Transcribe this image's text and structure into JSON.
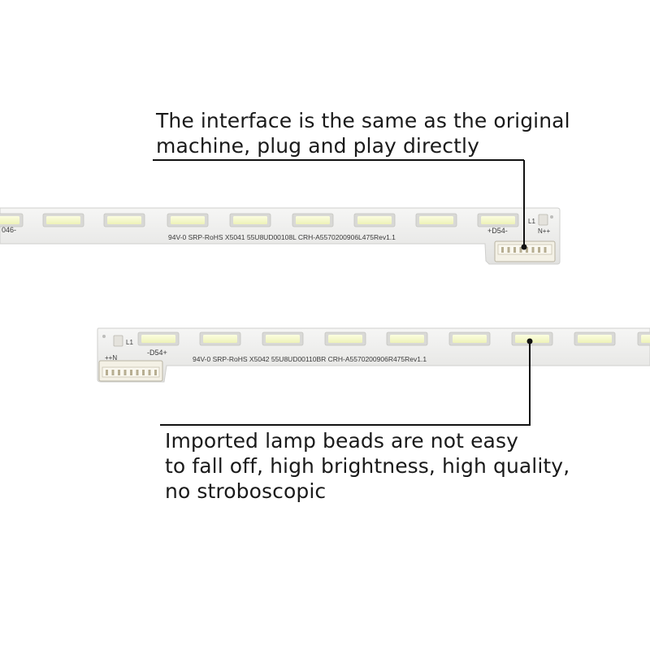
{
  "captions": {
    "top": {
      "line1": "The interface is the same as the original",
      "line2": "machine, plug and play directly"
    },
    "bottom": {
      "line1": "Imported lamp beads are not easy",
      "line2": "to fall off, high brightness, high quality,",
      "line3": "no stroboscopic"
    }
  },
  "strip_top": {
    "silkscreen": "94V-0 SRP-RoHS X5041  55U8UD00108L CRH-A5570200906L475Rev1.1",
    "left_edge_label": "046-",
    "connector_label": "+D54-",
    "inductor_label": "L1",
    "polarity_label": "N++"
  },
  "strip_bottom": {
    "silkscreen": "94V-0 SRP-RoHS X5042  55U8UD00110BR CRH-A5570200906R475Rev1.1",
    "connector_label": "-D54+",
    "inductor_label": "L1",
    "polarity_label": "++N"
  },
  "colors": {
    "pcb": "#ededec",
    "pcb_edge": "#d2d2d0",
    "led_frame": "#d9d9d6",
    "led_phosphor": "#f5f8c9",
    "connector": "#f4f1e6",
    "leader": "#111111"
  }
}
